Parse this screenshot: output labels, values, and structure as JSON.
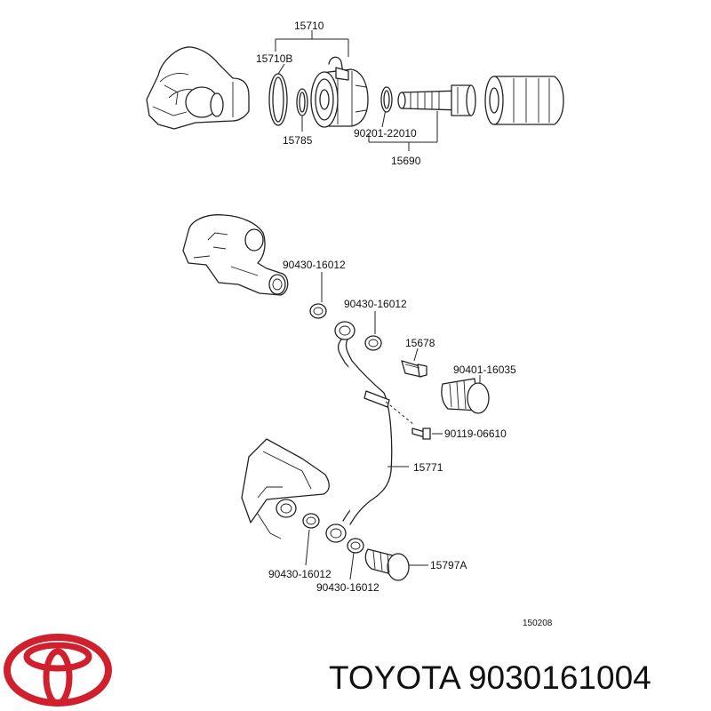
{
  "diagram": {
    "labels": {
      "p15710": "15710",
      "p15710b": "15710B",
      "p15785": "15785",
      "p90201": "90201-22010",
      "p15690": "15690",
      "p90430a": "90430-16012",
      "p90430b": "90430-16012",
      "p15678": "15678",
      "p90401": "90401-16035",
      "p90119": "90119-06610",
      "p15771": "15771",
      "p90430c": "90430-16012",
      "p90430d": "90430-16012",
      "p15797a": "15797A"
    },
    "figure_code": "150208"
  },
  "footer": {
    "brand_text": "TOYOTA",
    "part_number": "9030161004",
    "logo_color": "#d0202e"
  }
}
